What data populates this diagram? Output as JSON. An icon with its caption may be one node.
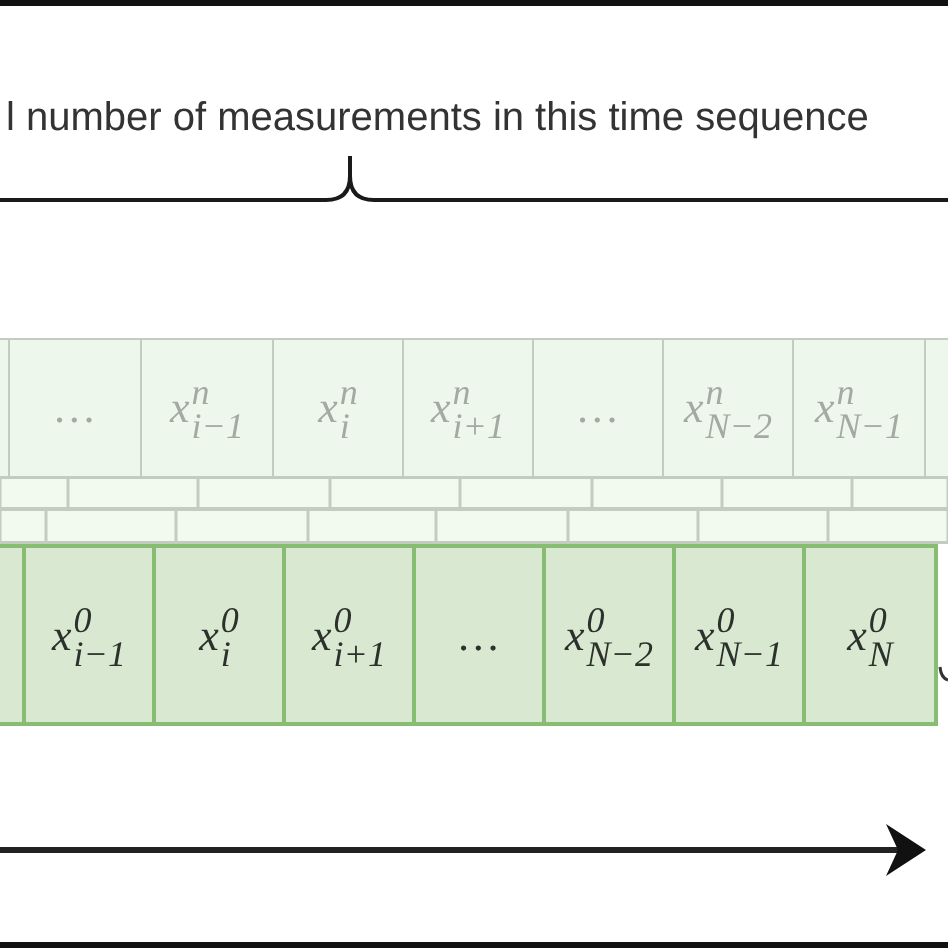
{
  "diagram": {
    "nodes": [
      {
        "text": [],
        "shape": "box"
      },
      {
        "text": [
          "…"
        ]
      },
      {
        "text": [
          "x$^{n}$$_{i−1}$"
        ]
      },
      {
        "text": [
          "x$^{n}$$_{i}$"
        ]
      },
      {
        "text": [
          "x$^{n}$$_{i+1}$"
        ]
      },
      {
        "text": [
          "…"
        ]
      },
      {
        "text": [
          "x$^{n}$$_{N−2}$"
        ]
      },
      {
        "text": [
          "x$^{n}$$_{N−1}$"
        ]
      },
      {
        "text": [],
        "shape": "box"
      },
      {
        "text": [],
        "shape": "box"
      },
      {
        "text": [
          "x$^{0}$$_{i−1}$"
        ]
      },
      {
        "text": [
          "x$^{0}$$_{i}$"
        ]
      },
      {
        "text": [
          "x$^{0}$$_{i+1}$"
        ]
      },
      {
        "text": [
          "…"
        ]
      },
      {
        "text": [
          "x$^{0}$$_{N−2}$"
        ]
      },
      {
        "text": [
          "x$^{0}$$_{N−1}$"
        ]
      },
      {
        "text": [
          "x$^{0}$$_{N}$"
        ]
      }
    ],
    "labels": [
      "l number of measurements in this time sequence"
    ]
  }
}
